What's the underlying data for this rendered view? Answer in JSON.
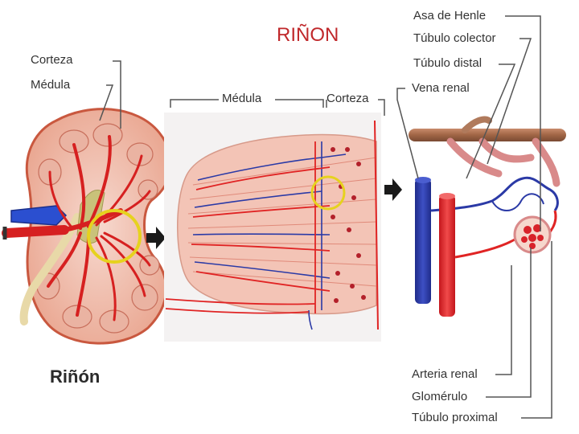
{
  "title": "RIÑON",
  "kidney": {
    "caption": "Riñón",
    "labels": {
      "cortex": "Corteza",
      "medulla": "Médula"
    }
  },
  "section": {
    "labels": {
      "medulla": "Médula",
      "cortex": "Corteza"
    }
  },
  "nephron": {
    "labels_top": [
      "Asa de Henle",
      "Túbulo colector",
      "Túbulo distal",
      "Vena renal"
    ],
    "labels_bottom": [
      "Arteria renal",
      "Glomérulo",
      "Túbulo proximal"
    ]
  },
  "colors": {
    "title": "#c0282b",
    "artery": "#e02424",
    "vein": "#2b3aa6",
    "tissue": "#f3c4b6",
    "highlight": "#e6d21e",
    "renal_vein_pipe": "#a06545",
    "tubule": "#d98a8a"
  }
}
